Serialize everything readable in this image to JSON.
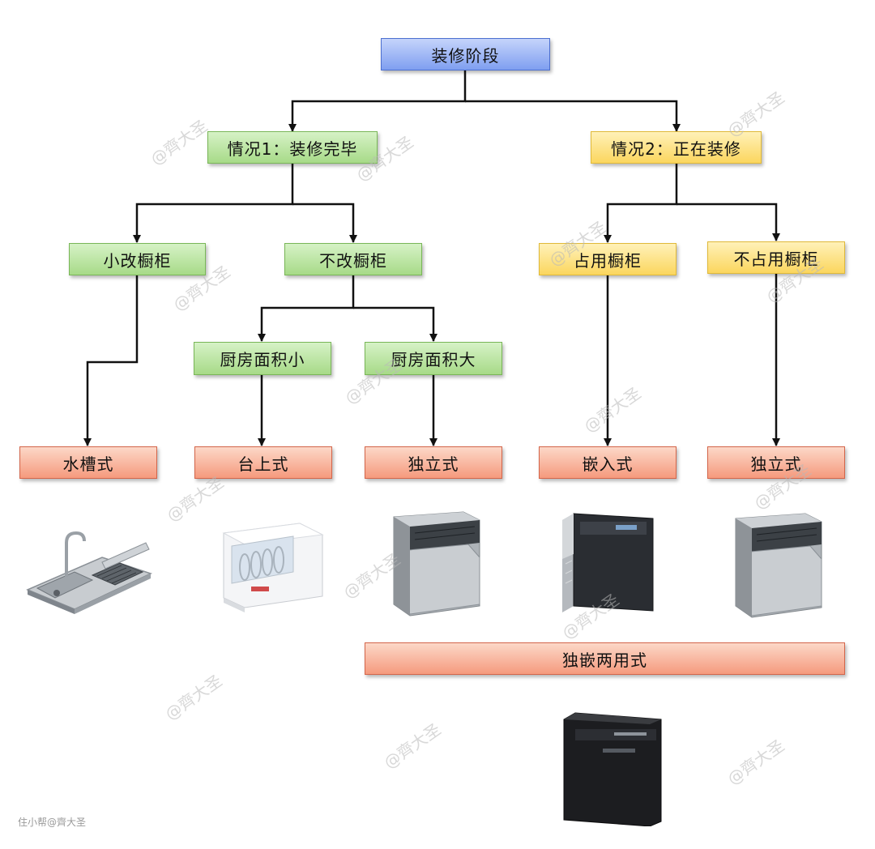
{
  "nodes": {
    "root": "装修阶段",
    "case1": "情况1：装修完毕",
    "case2": "情况2：正在装修",
    "small_change": "小改橱柜",
    "no_change": "不改橱柜",
    "occupy": "占用橱柜",
    "no_occupy": "不占用橱柜",
    "kitchen_small": "厨房面积小",
    "kitchen_large": "厨房面积大",
    "sink": "水槽式",
    "countertop": "台上式",
    "freestanding_1": "独立式",
    "built_in": "嵌入式",
    "freestanding_2": "独立式",
    "dual_use": "独嵌两用式"
  },
  "colors": {
    "root": "#7f9ff0",
    "case1_branch": "#a7da88",
    "case2_branch": "#fbd65e",
    "result": "#f59a7d",
    "line": "#111111"
  },
  "watermark": "@齊大圣",
  "footer": "住小帮@齊大圣",
  "images": [
    "sink-dishwasher-image",
    "countertop-dishwasher-image",
    "freestanding-dishwasher-image",
    "built-in-dishwasher-image",
    "freestanding-dishwasher-image",
    "dual-use-dishwasher-image"
  ]
}
